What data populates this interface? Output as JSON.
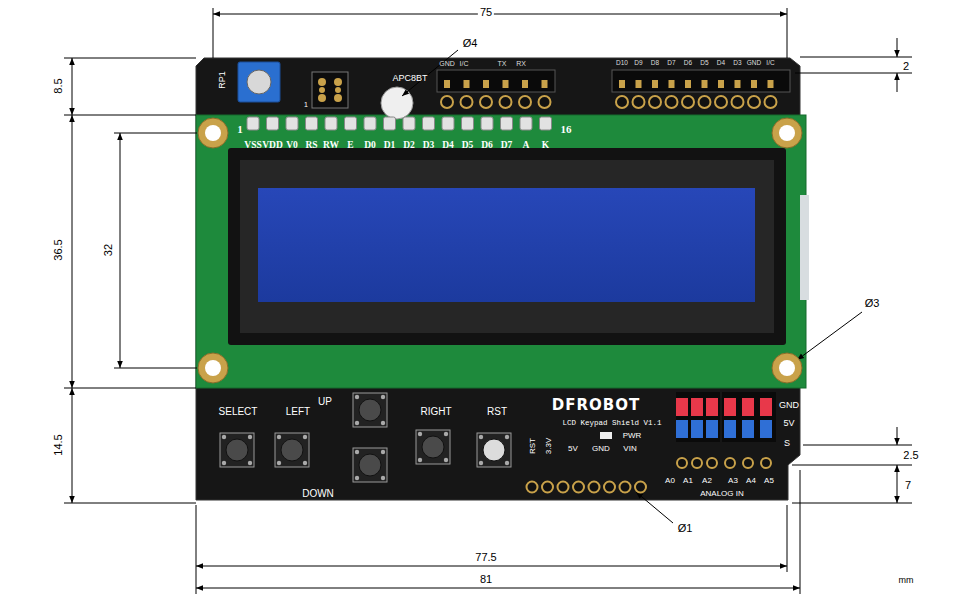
{
  "diagram": {
    "labels": [
      "75",
      "Ø4",
      "2",
      "8.5",
      "RP1",
      "1",
      "APC8BT",
      "GND",
      "I/C",
      "TX",
      "RX",
      "D10",
      "D9",
      "D8",
      "D7",
      "D6",
      "D5",
      "D4",
      "D3",
      "GND",
      "I/C",
      "1",
      "16",
      "VSS",
      "VDD",
      "V0",
      "RS",
      "RW",
      "E",
      "D0",
      "D1",
      "D2",
      "D3",
      "D4",
      "D5",
      "D6",
      "D7",
      "A",
      "K",
      "Ø3",
      "32",
      "36.5",
      "SELECT",
      "LEFT",
      "UP",
      "RIGHT",
      "RST",
      "DFROBOT",
      "GND",
      "LCD Keypad Shield V1.1",
      "5V",
      "PWR",
      "RST",
      "3.3V",
      "5V",
      "GND",
      "VIN",
      "S",
      "2.5",
      "A0",
      "A1",
      "A2",
      "A3",
      "A4",
      "A5",
      "ANALOG IN",
      "7",
      "DOWN",
      "Ø1",
      "77.5",
      "81",
      "14.5",
      "mm"
    ]
  }
}
